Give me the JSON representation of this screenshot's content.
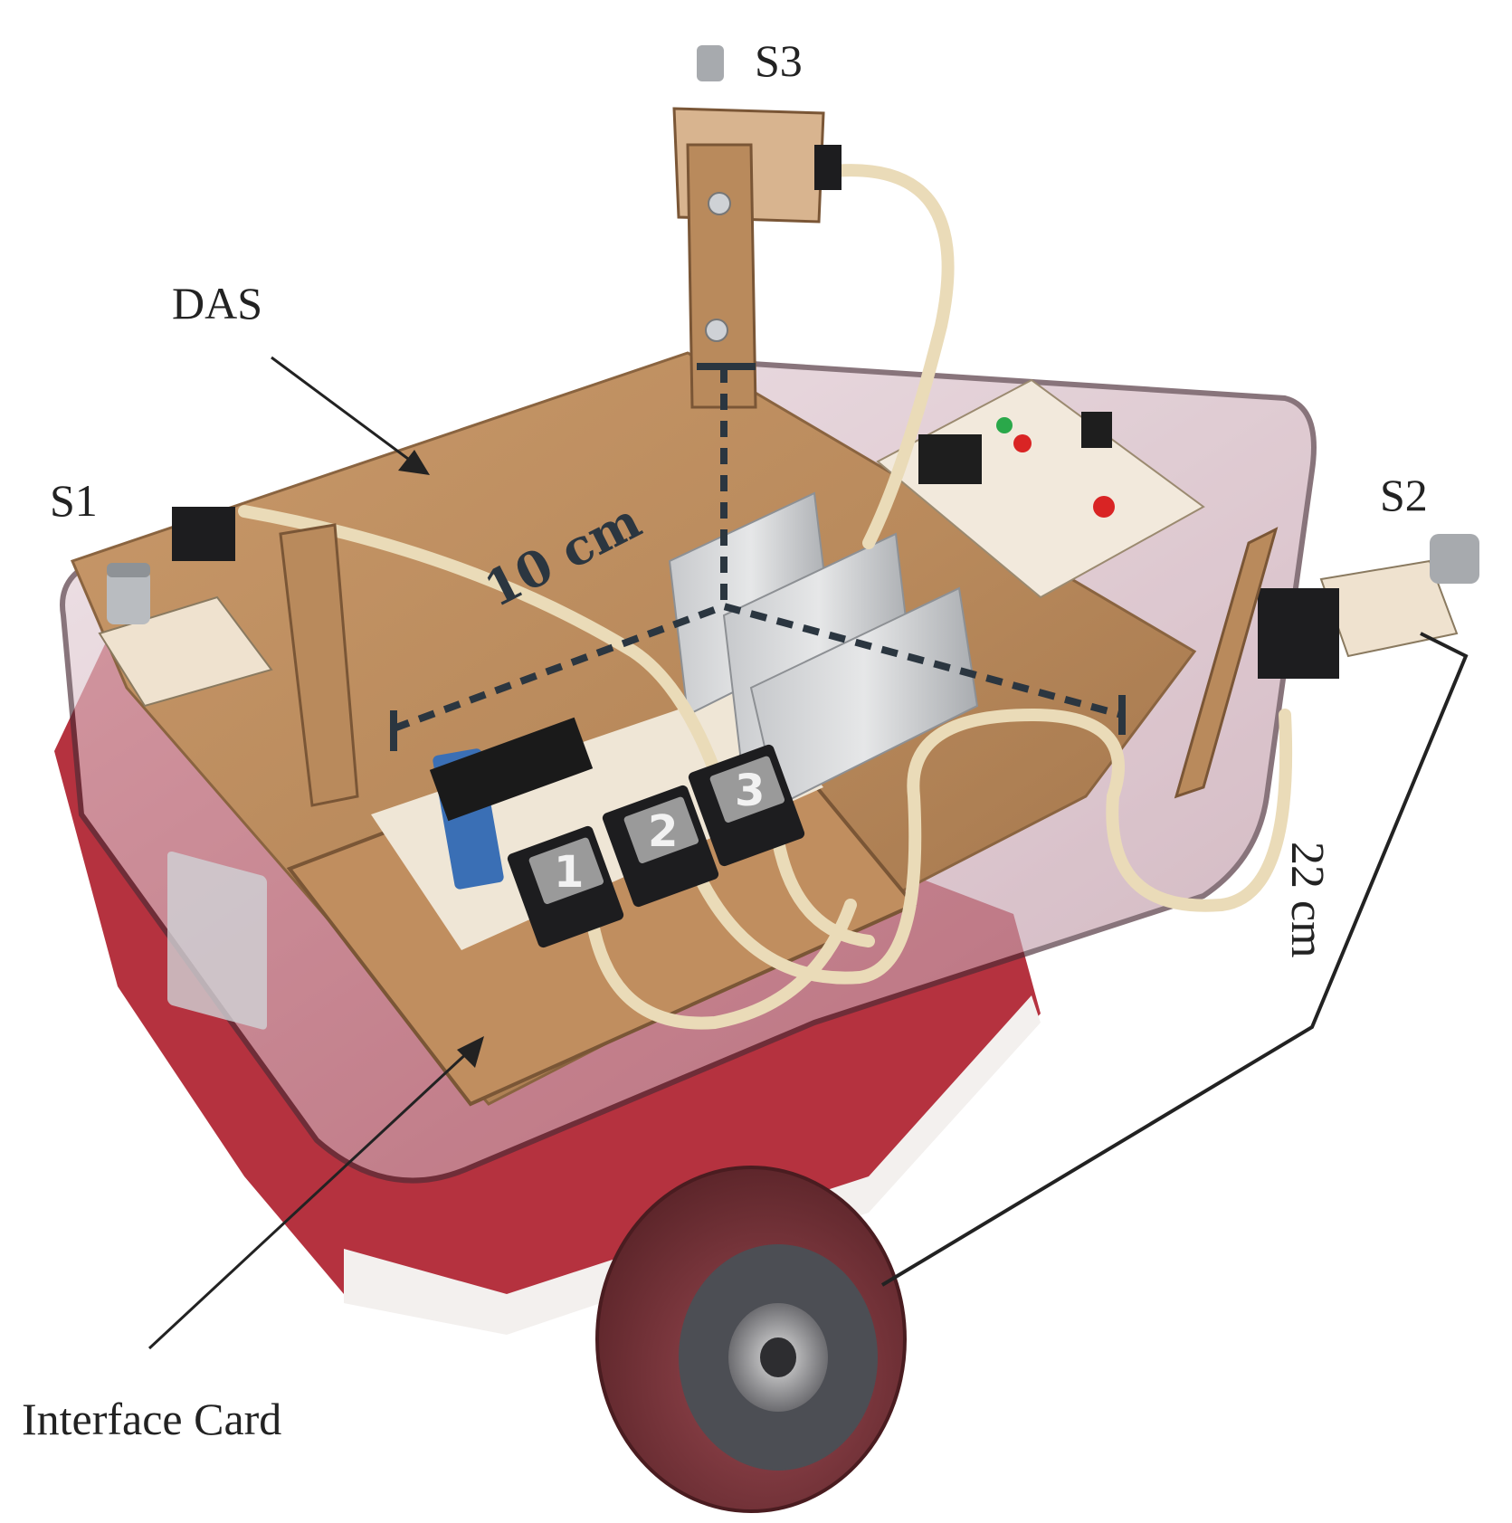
{
  "labels": {
    "s3": "S3",
    "das": "DAS",
    "s1": "S1",
    "s2": "S2",
    "dim_10cm": "10 cm",
    "dim_22cm": "22 cm",
    "interface_card": "Interface Card"
  },
  "jack_numbers": [
    "1",
    "2",
    "3"
  ],
  "colors": {
    "board_wood": "#b98a5c",
    "chassis_red": "#b5323f",
    "acrylic": "#c9a9b6",
    "wheel": "#7e3b40",
    "dimension_line": "#2b3640",
    "annotation_line": "#222222"
  }
}
